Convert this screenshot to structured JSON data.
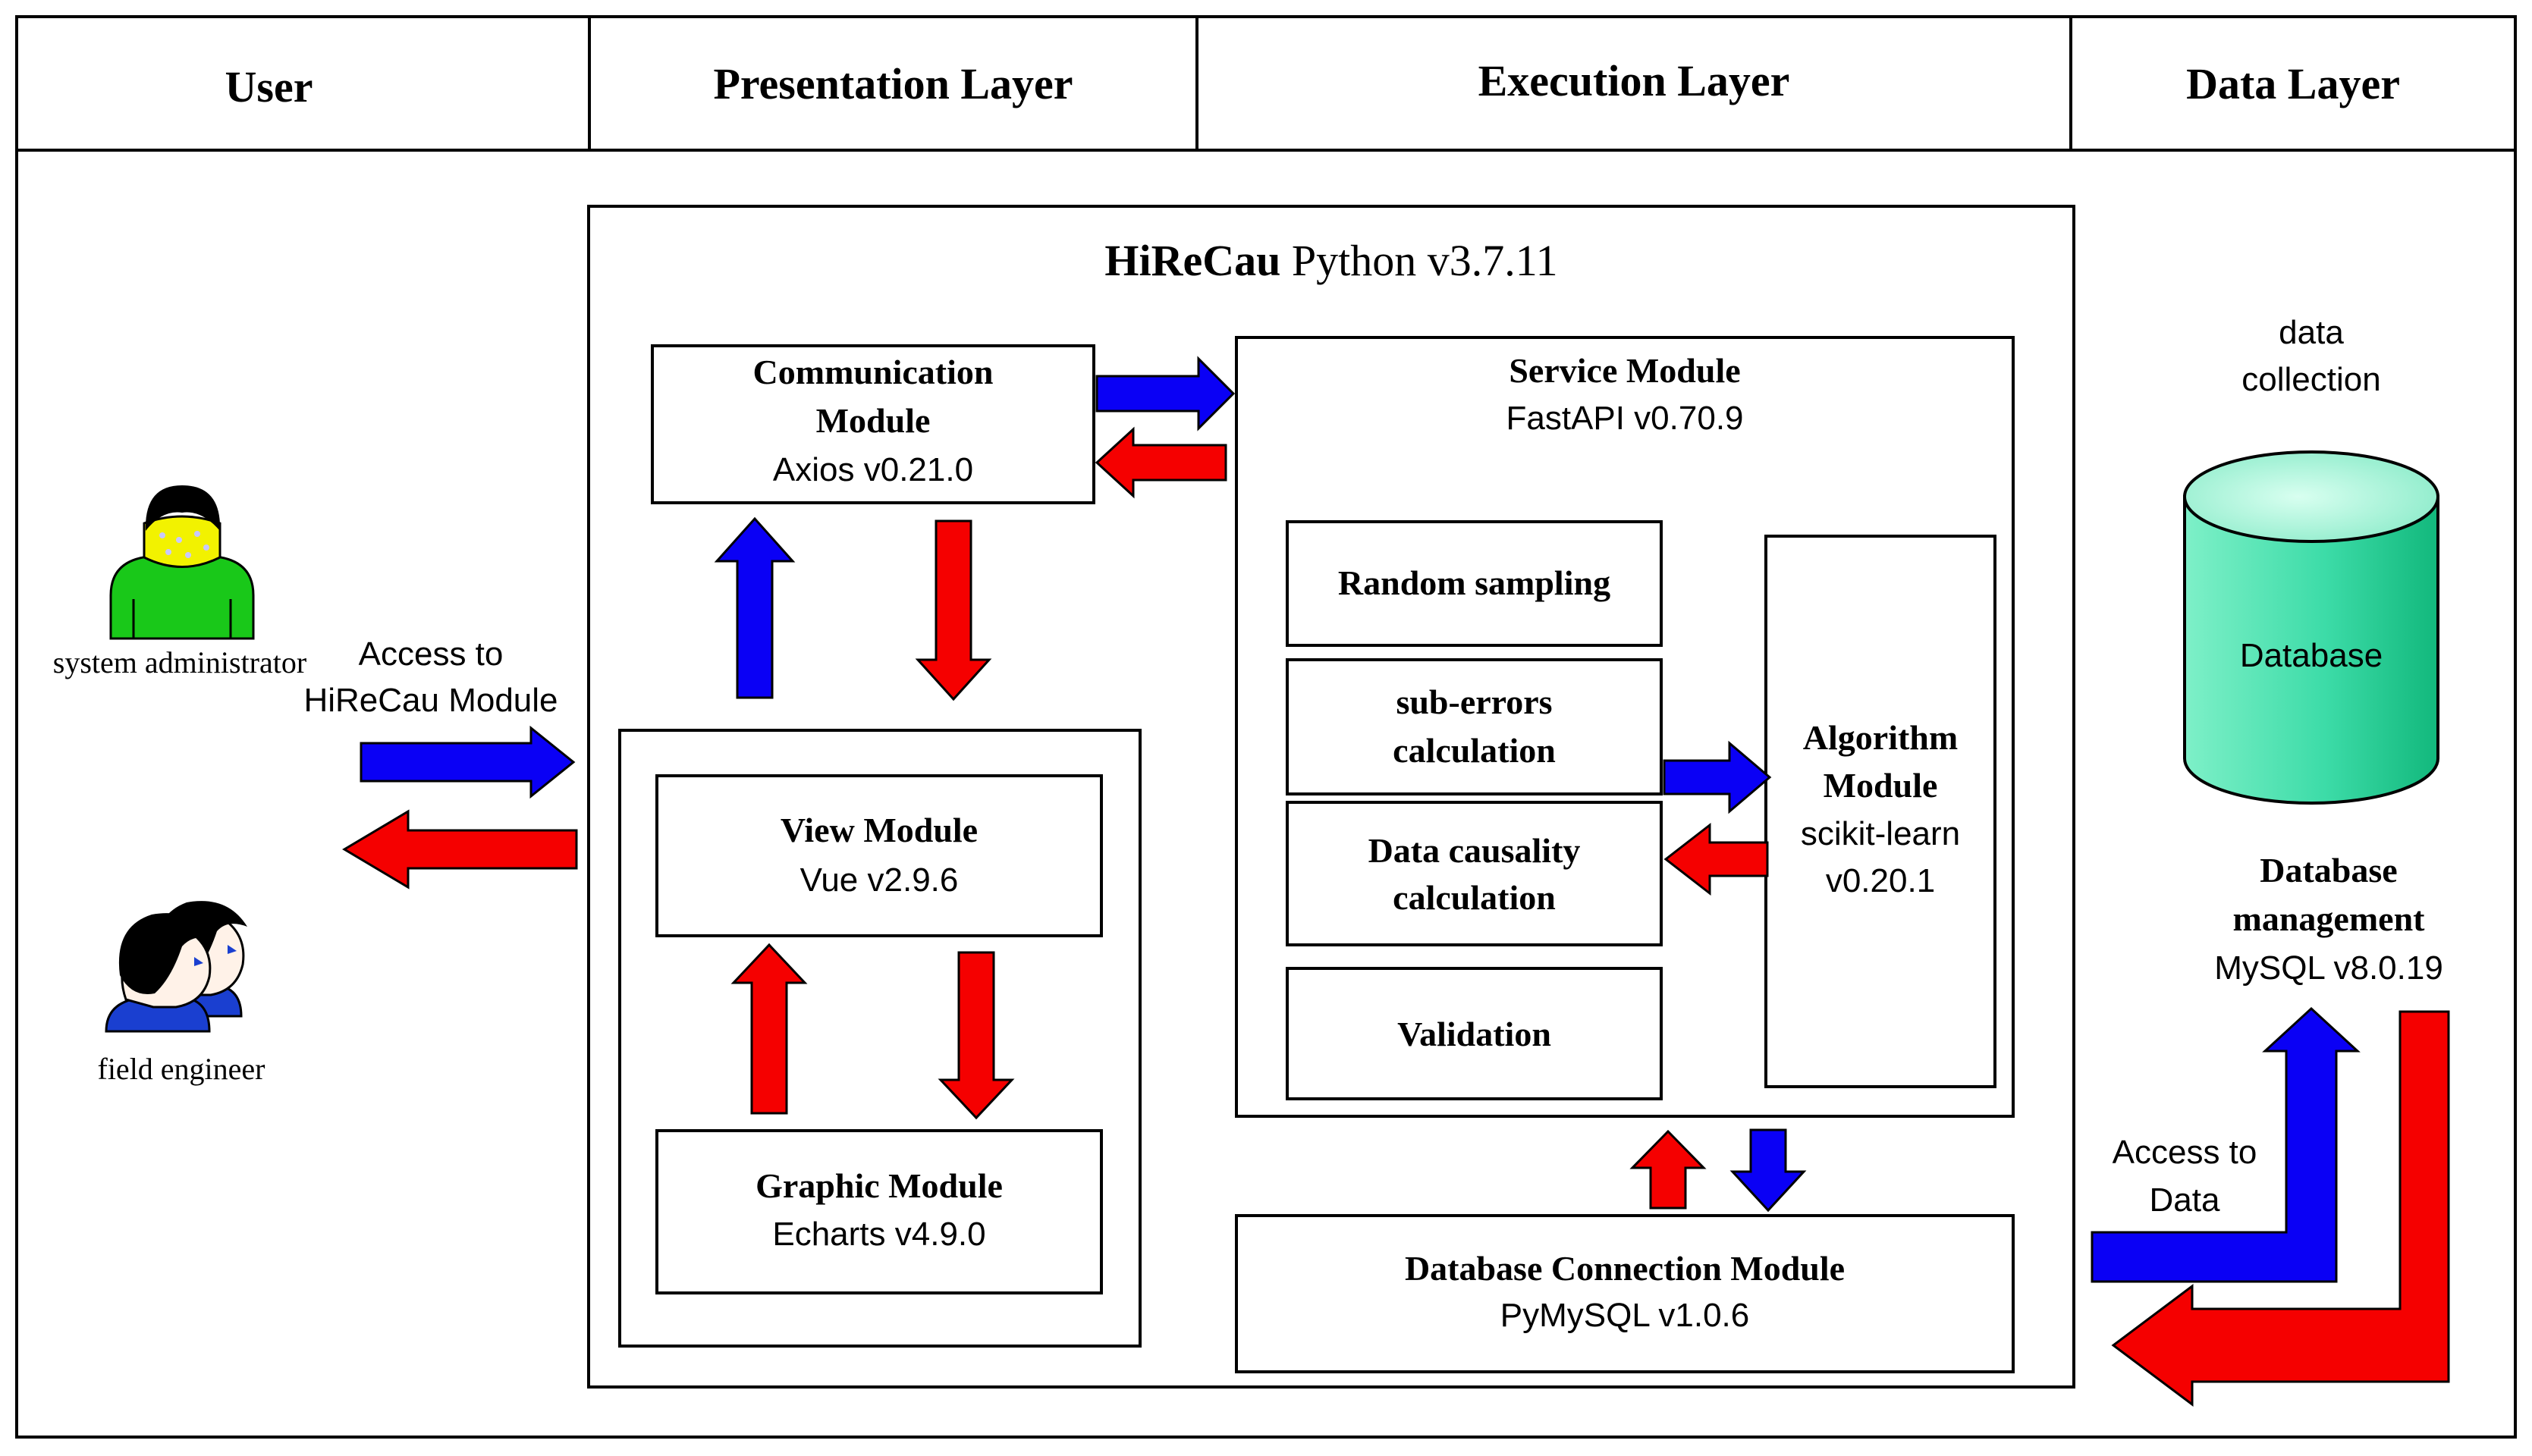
{
  "lanes": {
    "user": "User",
    "presentation": "Presentation Layer",
    "execution": "Execution Layer",
    "data": "Data Layer"
  },
  "system": {
    "name": "HiReCau",
    "runtime": "Python v3.7.11"
  },
  "actors": {
    "admin": "system administrator",
    "engineer": "field engineer",
    "access_label_1": "Access to",
    "access_label_2": "HiReCau Module"
  },
  "modules": {
    "communication": {
      "title_1": "Communication",
      "title_2": "Module",
      "version": "Axios v0.21.0"
    },
    "view": {
      "title": "View Module",
      "version": "Vue v2.9.6"
    },
    "graphic": {
      "title": "Graphic Module",
      "version": "Echarts v4.9.0"
    },
    "service": {
      "title": "Service Module",
      "version": "FastAPI v0.70.9"
    },
    "random_sampling": "Random sampling",
    "sub_errors_1": "sub-errors",
    "sub_errors_2": "calculation",
    "causality_1": "Data causality",
    "causality_2": "calculation",
    "validation": "Validation",
    "algorithm": {
      "title_1": "Algorithm",
      "title_2": "Module",
      "lib": "scikit-learn",
      "version": "v0.20.1"
    },
    "db_connection": {
      "title": "Database Connection Module",
      "version": "PyMySQL v1.0.6"
    }
  },
  "data_layer": {
    "collection_1": "data",
    "collection_2": "collection",
    "database": "Database",
    "management_1": "Database",
    "management_2": "management",
    "mysql": "MySQL v8.0.19",
    "access_1": "Access to",
    "access_2": "Data"
  },
  "colors": {
    "blue_arrow": "#0a00f5",
    "red_arrow": "#f50000",
    "cylinder_top": "#aef5dc",
    "cylinder_body": "#32d8a0",
    "admin_body": "#0fc80f",
    "admin_face": "#f5f500"
  }
}
